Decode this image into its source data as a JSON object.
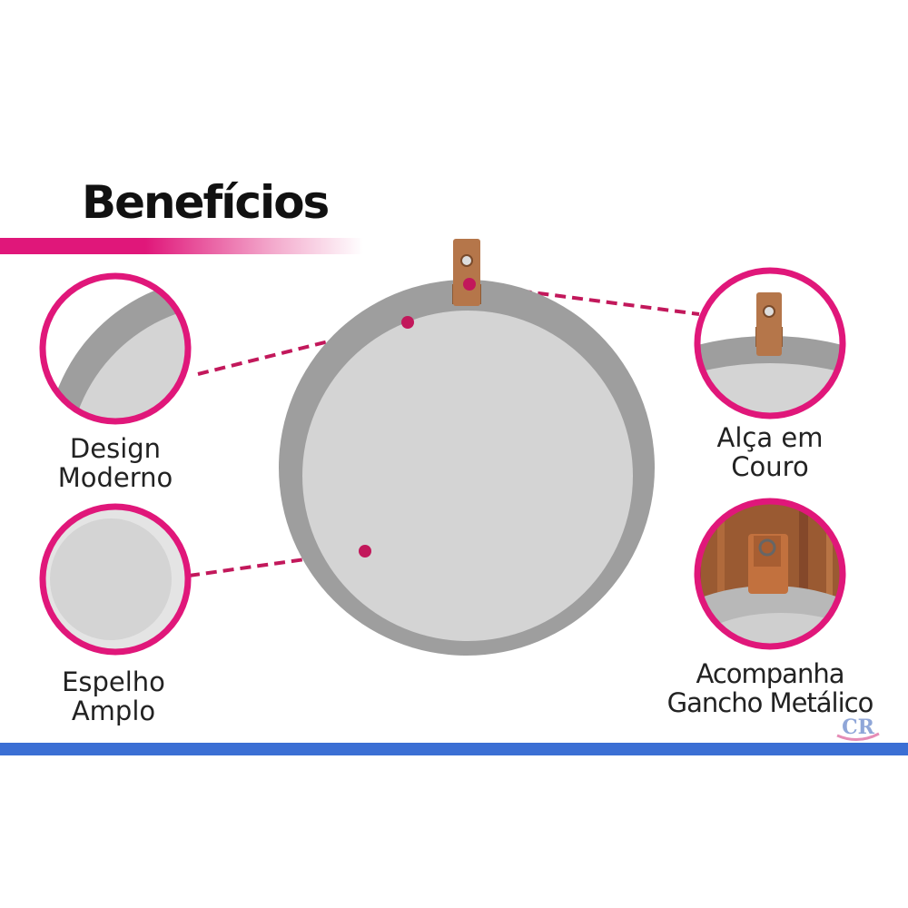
{
  "title": "Benefícios",
  "features": [
    {
      "line1": "Design",
      "line2": "Moderno",
      "icon": "mirror-edge-icon"
    },
    {
      "line1": "Espelho",
      "line2": "Amplo",
      "icon": "mirror-surface-icon"
    },
    {
      "line1": "Alça em",
      "line2": "Couro",
      "icon": "leather-strap-icon"
    },
    {
      "line1": "Acompanha",
      "line2": "Gancho Metálico",
      "icon": "metal-hook-icon"
    }
  ],
  "logo_text": "CR",
  "colors": {
    "accent": "#e0177a",
    "callout": "#c2185b",
    "frame": "#9e9e9e",
    "mirror": "#d4d4d4",
    "leather": "#b5764a",
    "bottom_bar": "#3b6fd4"
  }
}
